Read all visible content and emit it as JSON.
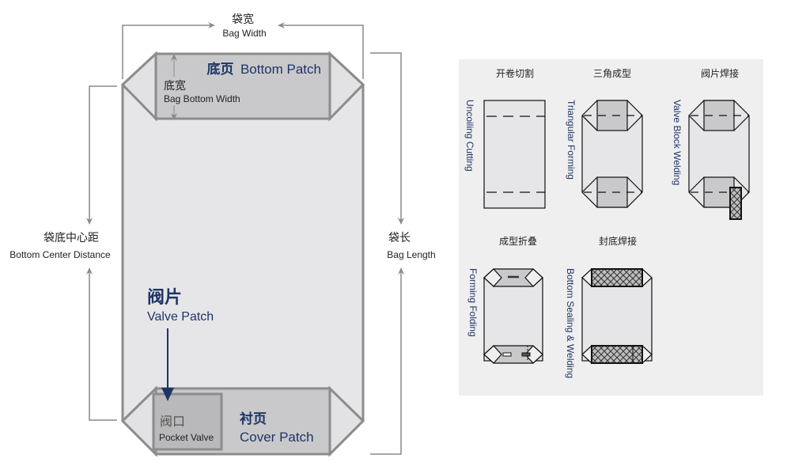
{
  "colors": {
    "accent_blue": "#1f3566",
    "dim_gray": "#8a8a8a",
    "bag_fill": "#e6e6e8",
    "patch_fill": "#c9c9cb",
    "panel_bg": "#efefef",
    "outline": "#8c8c8c",
    "dark_text": "#222222"
  },
  "main_diagram": {
    "bag_width": {
      "cn": "袋宽",
      "en": "Bag Width"
    },
    "bottom_patch": {
      "cn": "底页",
      "en": "Bottom Patch"
    },
    "bag_bottom_width": {
      "cn": "底宽",
      "en": "Bag Bottom Width"
    },
    "bottom_center_distance": {
      "cn": "袋底中心距",
      "en": "Bottom Center Distance"
    },
    "bag_length": {
      "cn": "袋长",
      "en": "Bag Length"
    },
    "valve_patch": {
      "cn": "阀片",
      "en": "Valve Patch"
    },
    "pocket_valve": {
      "cn": "阀口",
      "en": "Pocket Valve"
    },
    "cover_patch": {
      "cn": "衬页",
      "en": "Cover Patch"
    }
  },
  "process_steps": [
    {
      "cn": "开卷切割",
      "en": "Uncoiling Cutting",
      "icon": "uncoiling-cutting"
    },
    {
      "cn": "三角成型",
      "en": "Triangular Forming",
      "icon": "triangular-forming"
    },
    {
      "cn": "阀片焊接",
      "en": "Valve Block Welding",
      "icon": "valve-block-welding"
    },
    {
      "cn": "成型折叠",
      "en": "Forming Folding",
      "icon": "forming-folding"
    },
    {
      "cn": "封底焊接",
      "en": "Bottom Sealing & Welding",
      "icon": "bottom-sealing-welding"
    }
  ]
}
